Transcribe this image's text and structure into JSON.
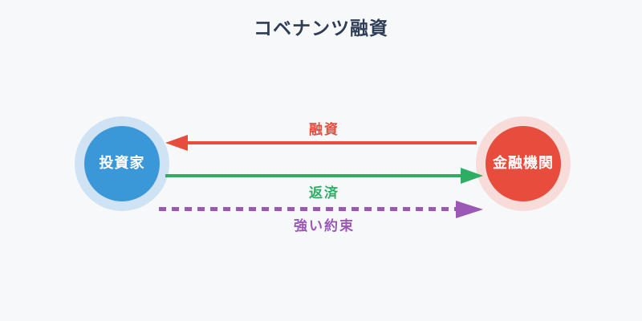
{
  "title": "コベナンツ融資",
  "nodes": {
    "left": {
      "label": "投資家",
      "role": "investor",
      "fill": "#3a98d9",
      "halo": "#cfe3f4",
      "text_color": "#ffffff"
    },
    "right": {
      "label": "金融機関",
      "role": "financial-institution",
      "fill": "#e74c3c",
      "halo": "#f8dcd9",
      "text_color": "#ffffff"
    }
  },
  "arrows": [
    {
      "id": "loan",
      "label": "融資",
      "color": "#e74c3c",
      "direction": "right-to-left",
      "style": "solid",
      "label_position": "above"
    },
    {
      "id": "repayment",
      "label": "返済",
      "color": "#2dae63",
      "direction": "left-to-right",
      "style": "solid",
      "label_position": "below"
    },
    {
      "id": "covenant",
      "label": "強い約束",
      "color": "#9b58b5",
      "direction": "left-to-right",
      "style": "dashed",
      "label_position": "below"
    }
  ],
  "colors": {
    "background": "#f6f8fa",
    "title": "#2e3c55"
  }
}
